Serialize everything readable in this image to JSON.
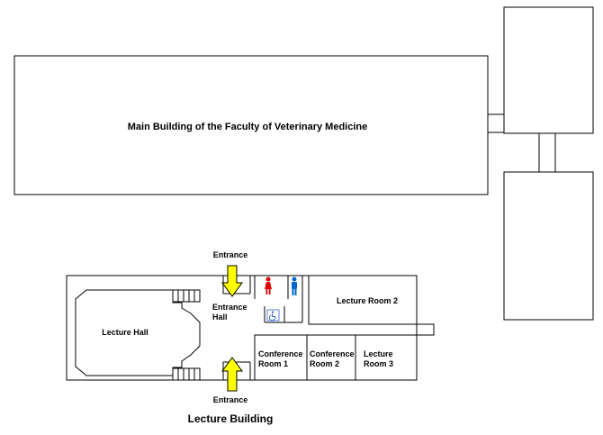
{
  "map": {
    "main_building_label": "Main Building of the Faculty of Veterinary Medicine",
    "lecture_building": {
      "caption": "Lecture Building",
      "entrance_top": "Entrance",
      "entrance_bottom": "Entrance",
      "entrance_hall_line1": "Entrance",
      "entrance_hall_line2": "Hall",
      "lecture_hall": "Lecture Hall",
      "lecture_room_2": "Lecture Room 2",
      "conference_room_1_line1": "Conference",
      "conference_room_1_line2": "Room 1",
      "conference_room_2_line1": "Conference",
      "conference_room_2_line2": "Room 2",
      "lecture_room_3_line1": "Lecture",
      "lecture_room_3_line2": "Room 3"
    },
    "icons": {
      "restroom_female": "female-restroom-icon",
      "restroom_male": "male-restroom-icon",
      "accessible_restroom": "wheelchair-icon",
      "entrance_arrow": "arrow-icon"
    },
    "colors": {
      "arrow": "#ffff00",
      "female": "#e00000",
      "male": "#0066cc",
      "accessible": "#3366cc"
    }
  }
}
